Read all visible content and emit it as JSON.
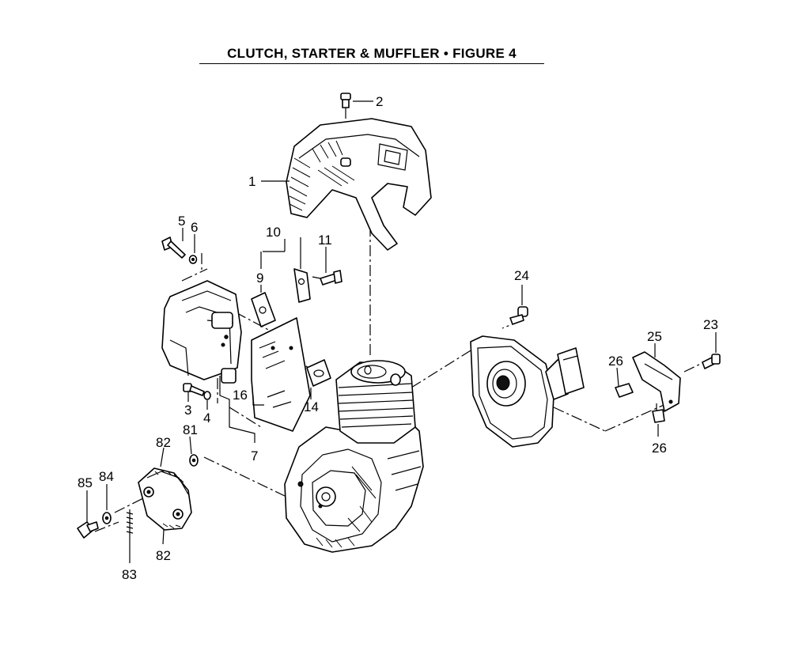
{
  "title": "CLUTCH, STARTER & MUFFLER  •  FIGURE 4",
  "callouts": {
    "c1": "1",
    "c2": "2",
    "c3": "3",
    "c4": "4",
    "c5": "5",
    "c6": "6",
    "c7": "7",
    "c9": "9",
    "c10": "10",
    "c11": "11",
    "c14": "14",
    "c16": "16",
    "c23": "23",
    "c24": "24",
    "c25": "25",
    "c26a": "26",
    "c26b": "26",
    "c81": "81",
    "c82a": "82",
    "c82b": "82",
    "c83": "83",
    "c84": "84",
    "c85": "85"
  }
}
